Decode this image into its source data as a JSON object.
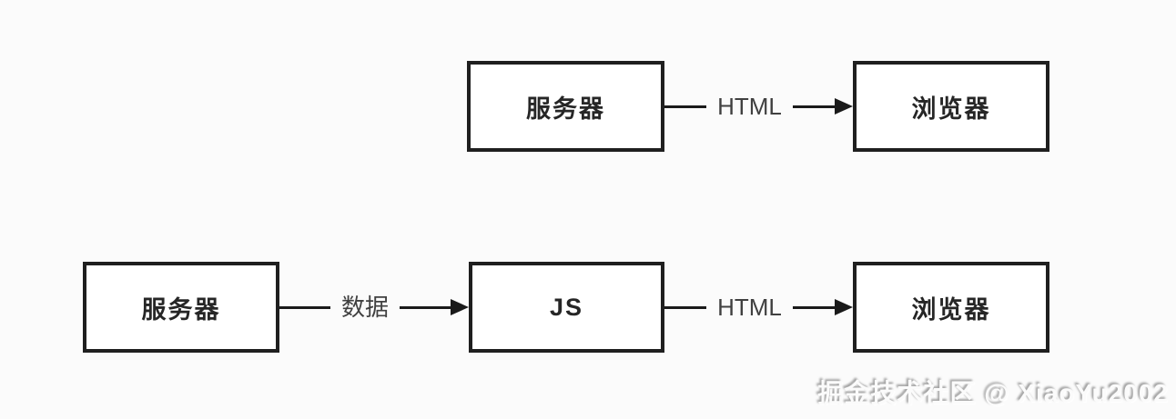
{
  "diagram": {
    "top_row": {
      "server_label": "服务器",
      "edge_html_label": "HTML",
      "browser_label": "浏览器"
    },
    "bottom_row": {
      "server_label": "服务器",
      "edge_data_label": "数据",
      "js_label": "JS",
      "edge_html_label": "HTML",
      "browser_label": "浏览器"
    }
  },
  "watermark": {
    "text": "掘金技术社区 @ XiaoYu2002"
  },
  "colors": {
    "background": "#fbfbfb",
    "box_border": "#1f1f1f",
    "box_fill": "#ffffff",
    "line": "#1a1a1a",
    "node_text": "#262626",
    "edge_text": "#404040",
    "watermark_text": "#fbfbfb"
  }
}
